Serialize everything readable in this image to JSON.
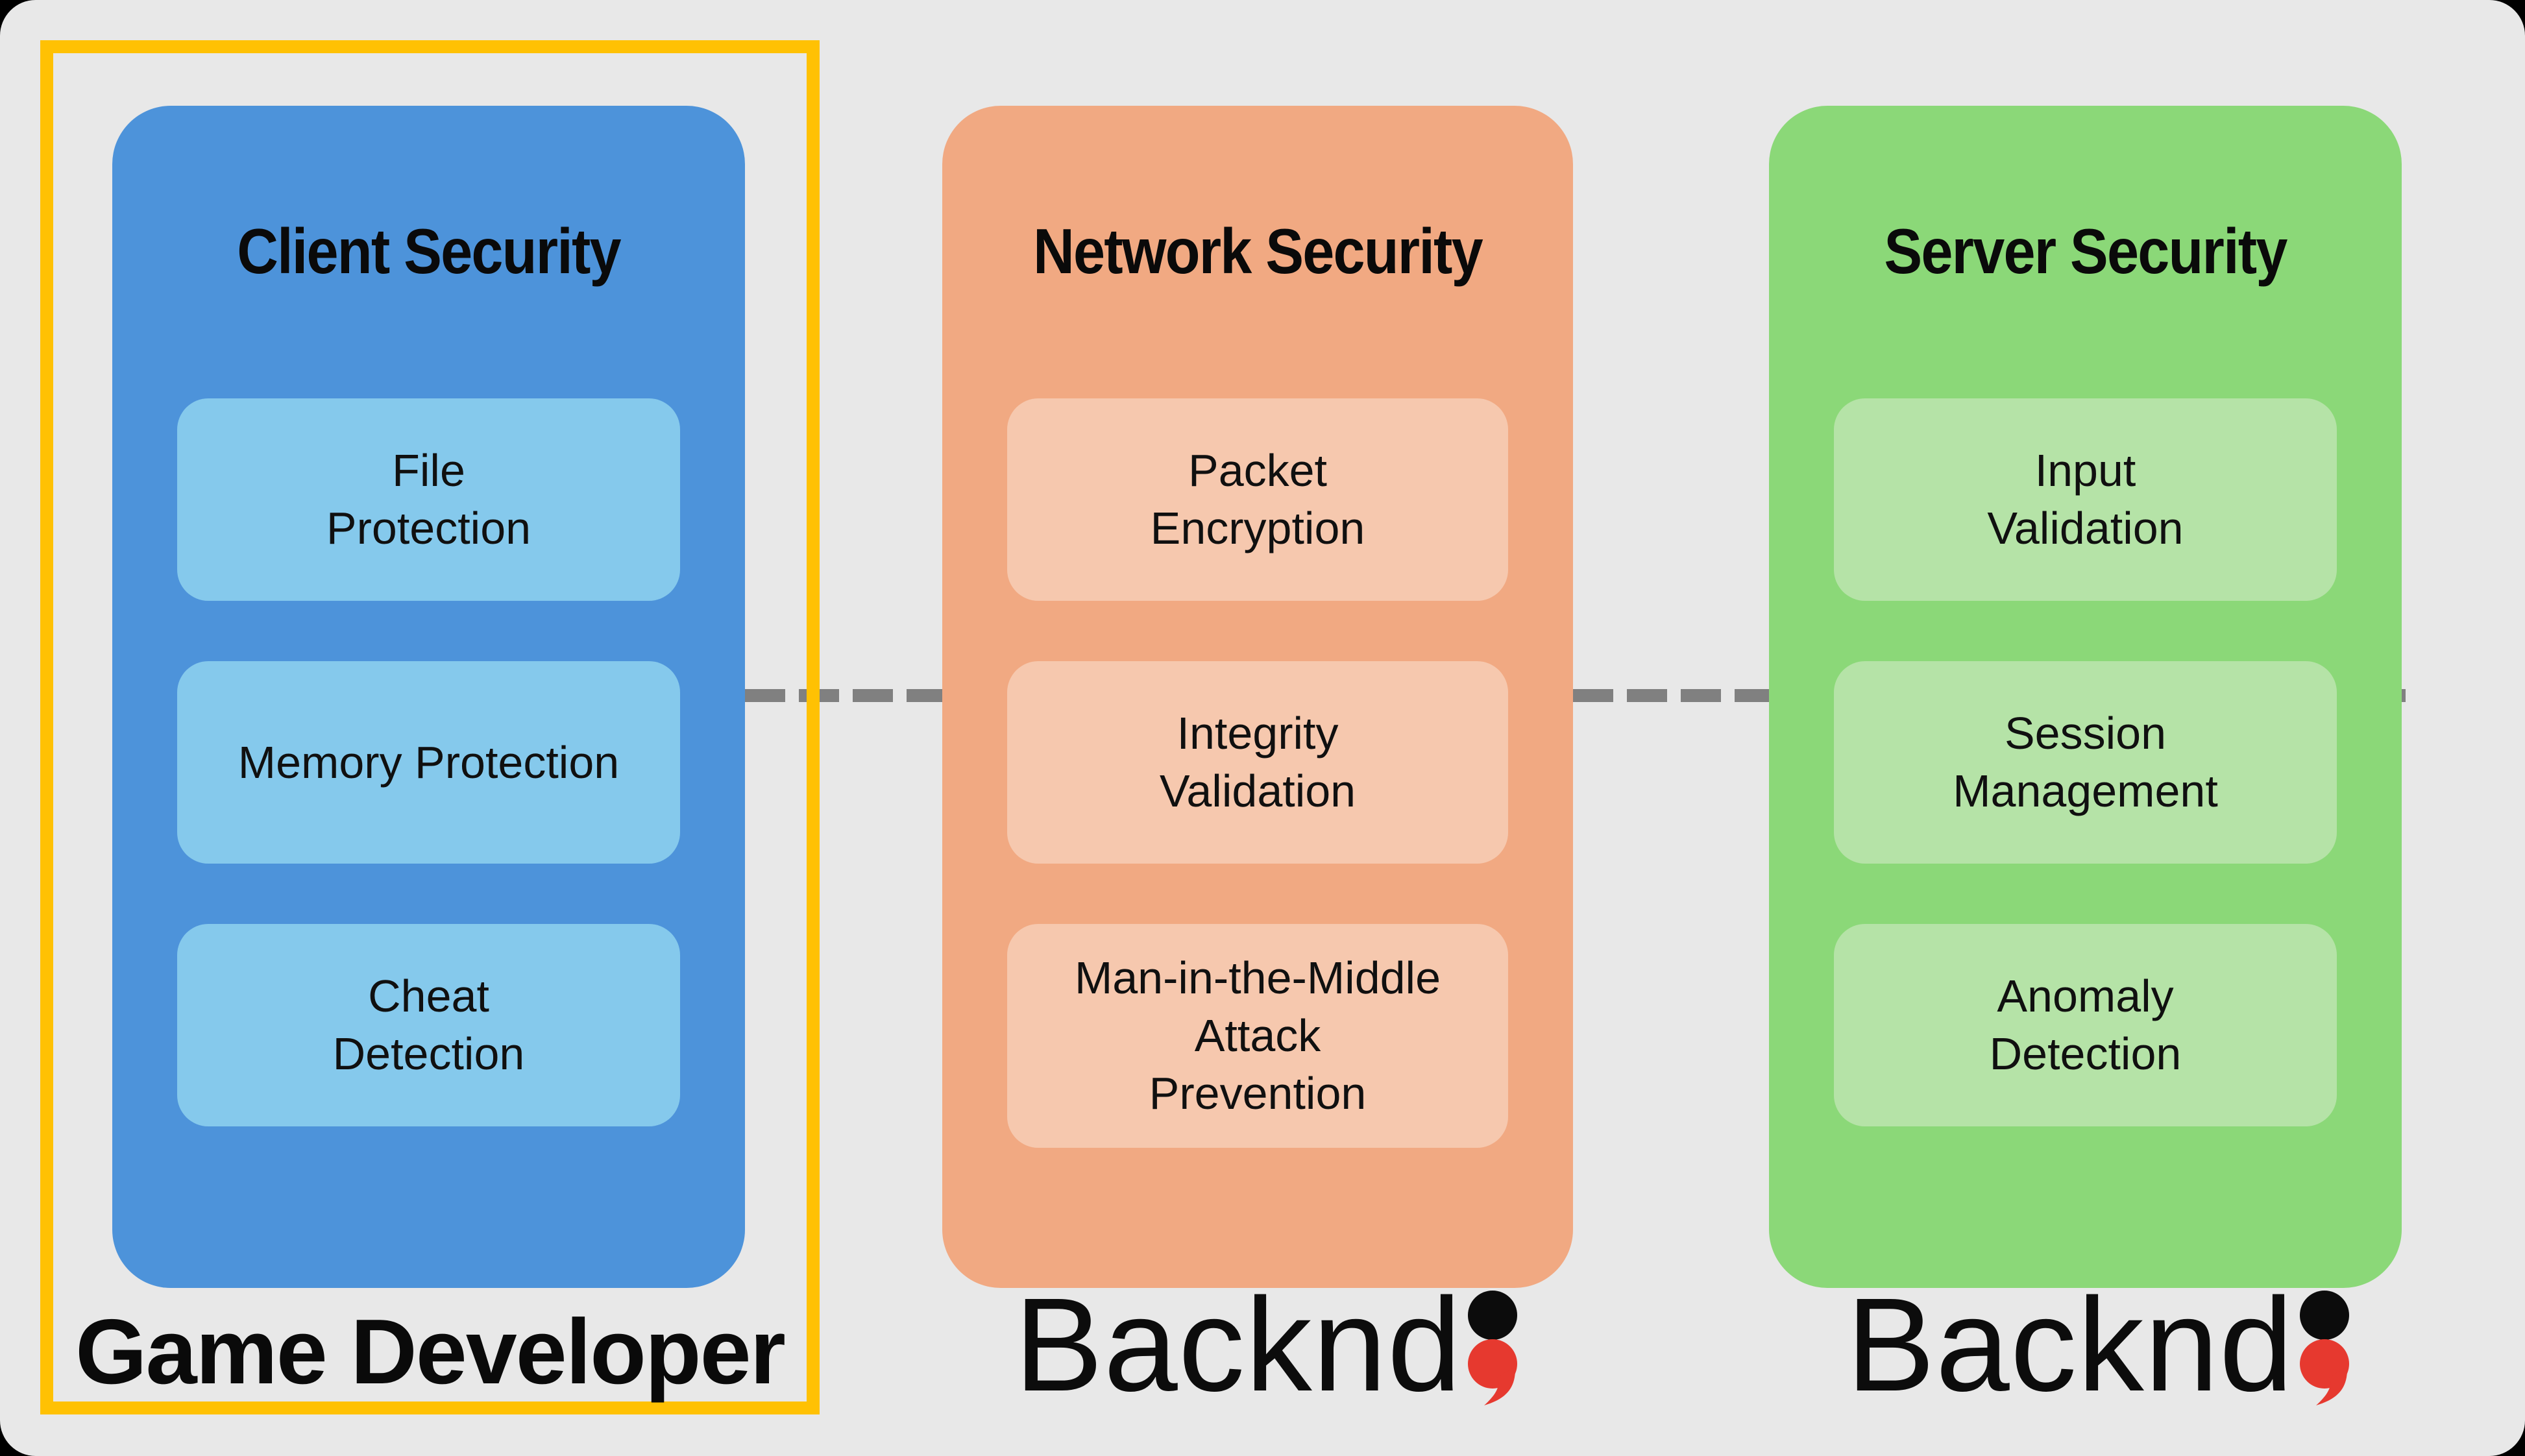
{
  "colors": {
    "page_corner": "#000000",
    "background": "#e8e8e8",
    "highlight_yellow": "#ffc103",
    "client_blue": "#4d93da",
    "client_blue_light": "#85c9ec",
    "network_orange": "#f1a982",
    "network_orange_light": "#f6c8ae",
    "server_green": "#8bd878",
    "server_green_light": "#b5e3a7",
    "connector_gray": "#808080",
    "logo_black": "#0c0c0c",
    "logo_red": "#e6392f",
    "text_black": "#0a0a0a"
  },
  "columns": [
    {
      "title": "Client Security",
      "boxes": [
        {
          "lines": [
            "File",
            "Protection"
          ]
        },
        {
          "lines": [
            "Memory Protection"
          ]
        },
        {
          "lines": [
            "Cheat",
            "Detection"
          ]
        }
      ]
    },
    {
      "title": "Network Security",
      "boxes": [
        {
          "lines": [
            "Packet",
            "Encryption"
          ]
        },
        {
          "lines": [
            "Integrity",
            "Validation"
          ]
        },
        {
          "lines": [
            "Man-in-the-Middle",
            "Attack",
            "Prevention"
          ]
        }
      ]
    },
    {
      "title": "Server Security",
      "boxes": [
        {
          "lines": [
            "Input",
            "Validation"
          ]
        },
        {
          "lines": [
            "Session",
            "Management"
          ]
        },
        {
          "lines": [
            "Anomaly",
            "Detection"
          ]
        }
      ]
    }
  ],
  "footer": {
    "owner_label": "Game Developer",
    "logo_text": "Backnd"
  }
}
